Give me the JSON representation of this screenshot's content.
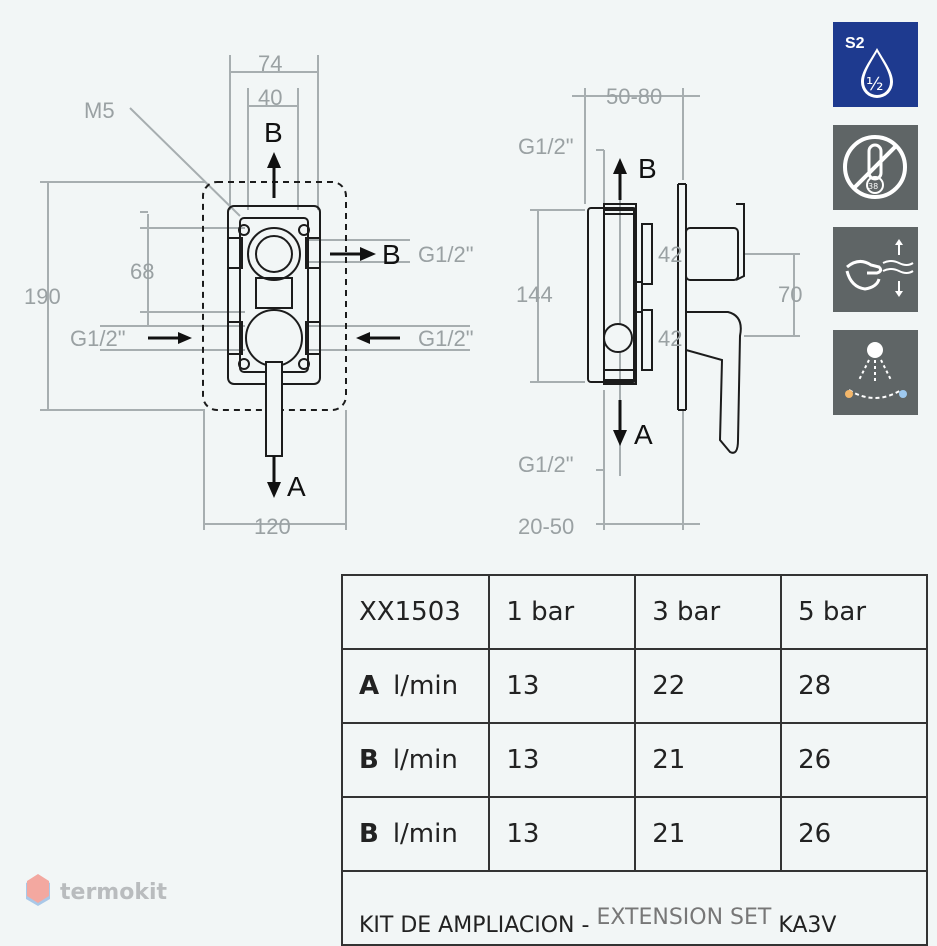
{
  "front_view": {
    "dim_width_top": "74",
    "dim_inner_top": "40",
    "dim_height_total": "190",
    "dim_height_inner": "68",
    "dim_width_bottom": "120",
    "screw_label": "M5",
    "port_right": "G1/2\"",
    "inlet_left": "G1/2\"",
    "inlet_right": "G1/2\"",
    "flow_top": "B",
    "flow_right": "B",
    "flow_bottom": "A"
  },
  "side_view": {
    "dim_depth_top": "50-80",
    "dim_depth_bottom": "20-50",
    "dim_height": "144",
    "dim_handle_spacing": "70",
    "dim_handle_top": "42",
    "dim_handle_bottom": "42",
    "thread_top": "G1/2\"",
    "thread_bottom": "G1/2\"",
    "flow_top": "B",
    "flow_bottom": "A"
  },
  "icons": {
    "badge1_label": "S2",
    "badge1_fraction": "½",
    "badge2_value": "38",
    "badge_colors": {
      "blue": "#1e3a8f",
      "grey": "#5f6566"
    },
    "names": [
      "s2-half-drop-icon",
      "no-thermostat-icon",
      "hand-flow-icon",
      "shower-temperature-icon"
    ]
  },
  "table": {
    "header": [
      "XX1503",
      "1 bar",
      "3 bar",
      "5 bar"
    ],
    "rows": [
      {
        "port": "A",
        "unit": "l/min",
        "values": [
          "13",
          "22",
          "28"
        ]
      },
      {
        "port": "B",
        "unit": "l/min",
        "values": [
          "13",
          "21",
          "26"
        ]
      },
      {
        "port": "B",
        "unit": "l/min",
        "values": [
          "13",
          "21",
          "26"
        ]
      }
    ],
    "footer_start": "KIT DE AMPLIACION - ",
    "footer_mid": "EXTENSION SET",
    "footer_end": " KA3V"
  },
  "brand": {
    "name": "termokit",
    "colors": {
      "logo": "#f3a8a0",
      "logo_shadow": "#a9c8e8"
    }
  }
}
